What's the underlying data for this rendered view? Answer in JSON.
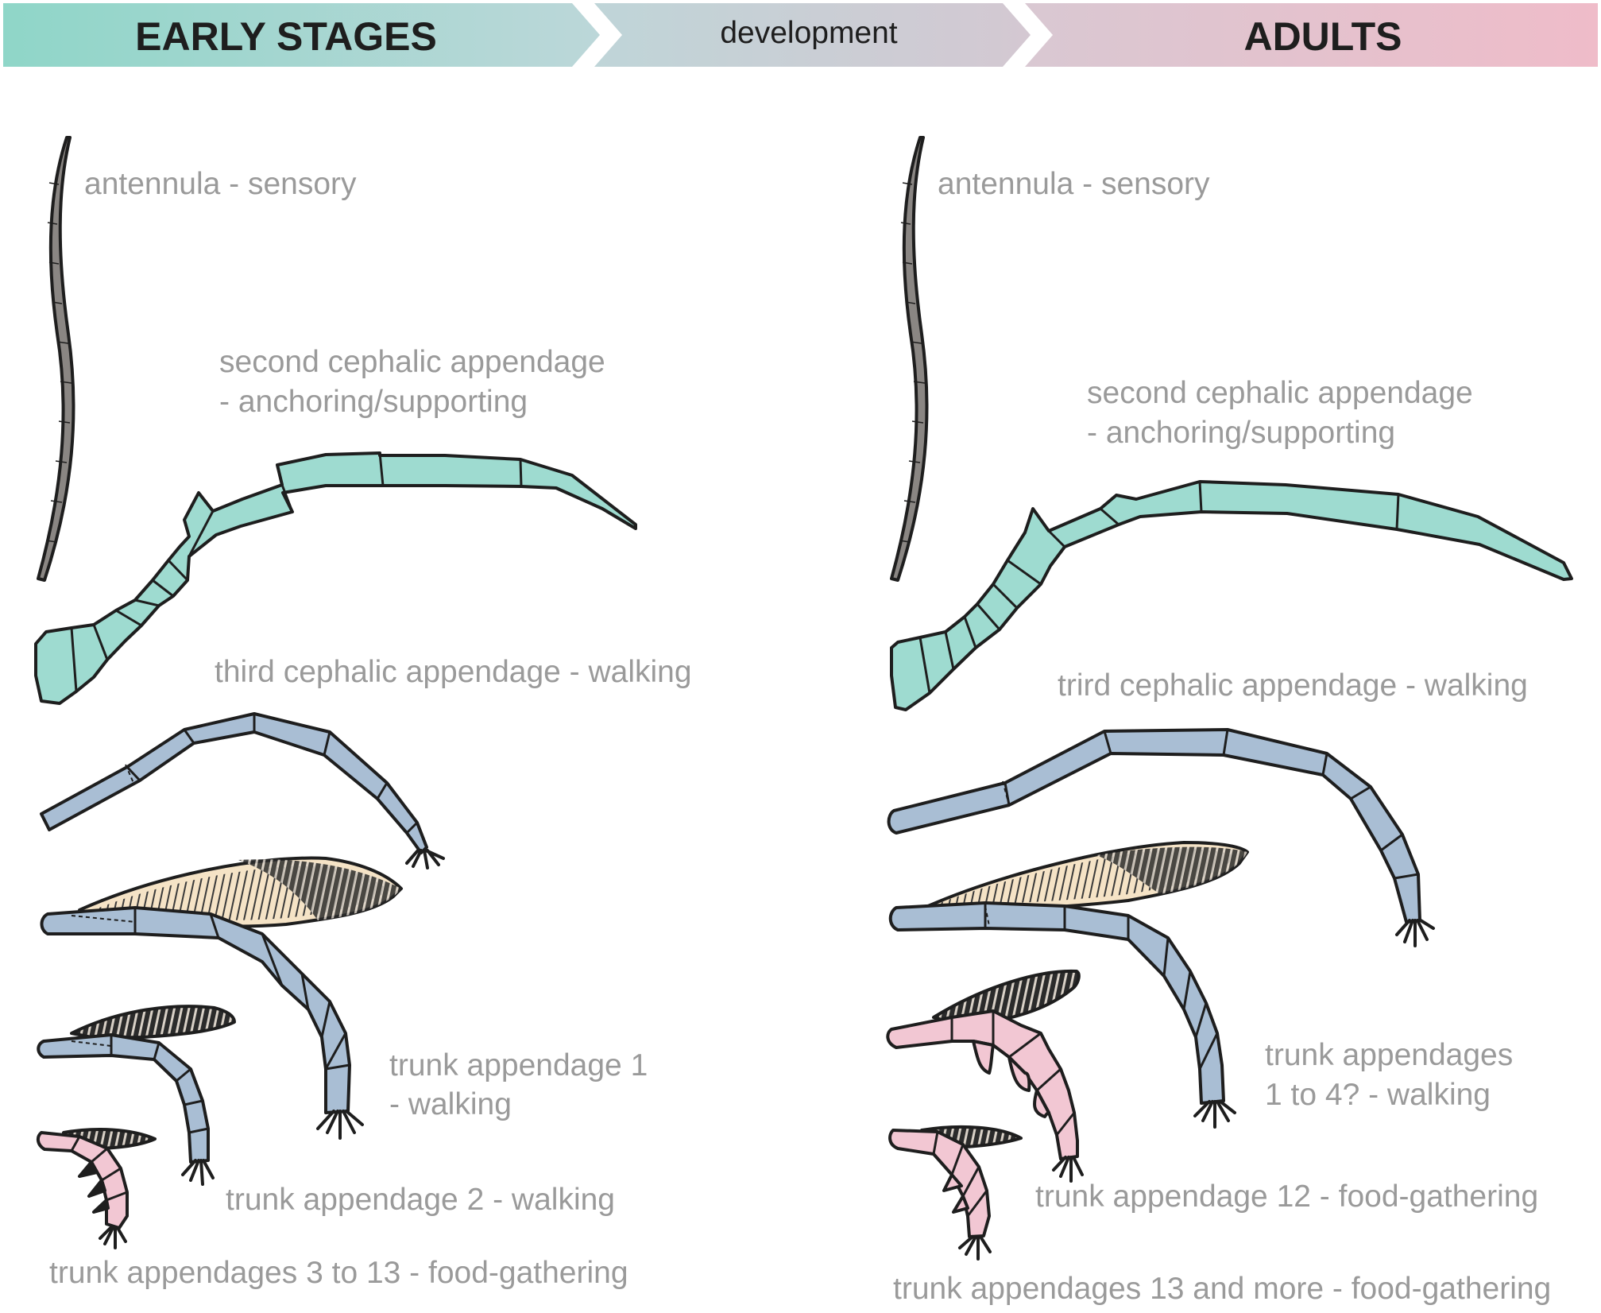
{
  "header": {
    "left": "EARLY STAGES",
    "middle": "development",
    "right": "ADULTS"
  },
  "colors": {
    "header_left": "#8fd6c8",
    "header_mid": "#c4cfd6",
    "header_right": "#edbfcb",
    "cephalic": "#9edbd0",
    "trunk_walking": "#a9bed4",
    "trunk_feeding": "#f2c7d3",
    "antennula": "#8a8683",
    "setae_fill": "#f5e3c6",
    "label_text": "#9a9a9a",
    "outline": "#1e1e1e"
  },
  "early": {
    "antennula": "antennula - sensory",
    "second_line1": "second cephalic appendage",
    "second_line2": "- anchoring/supporting",
    "third": "third cephalic appendage - walking",
    "trunk1_line1": "trunk appendage 1",
    "trunk1_line2": "- walking",
    "trunk2": "trunk appendage 2 - walking",
    "trunk3": "trunk appendages 3 to 13 - food-gathering"
  },
  "adult": {
    "antennula": "antennula - sensory",
    "second_line1": "second cephalic appendage",
    "second_line2": "- anchoring/supporting",
    "third": "trird cephalic appendage - walking",
    "trunk14_line1": "trunk appendages",
    "trunk14_line2": "1 to 4? - walking",
    "trunk12": "trunk appendage 12 - food-gathering",
    "trunk13": "trunk appendages 13 and more - food-gathering"
  }
}
